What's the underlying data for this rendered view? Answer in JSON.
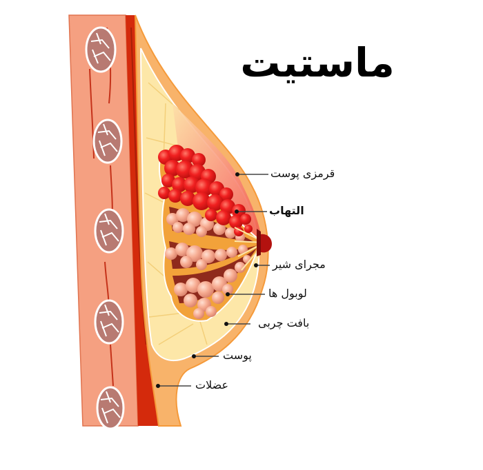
{
  "title": "ماستیت",
  "labels": [
    {
      "id": "skin-redness",
      "text": "قرمزی پوست",
      "bold": false
    },
    {
      "id": "inflammation",
      "text": "التهاب",
      "bold": true
    },
    {
      "id": "milk-duct",
      "text": "مجرای شیر",
      "bold": false
    },
    {
      "id": "lobules",
      "text": "لوبول ها",
      "bold": false
    },
    {
      "id": "fatty-tissue",
      "text": "بافت چربی",
      "bold": false
    },
    {
      "id": "skin",
      "text": "پوست",
      "bold": false
    },
    {
      "id": "muscles",
      "text": "عضلات",
      "bold": false
    }
  ],
  "colors": {
    "rib_wall": "#f5a081",
    "rib_bone": "#b87a72",
    "muscle": "#d42a0c",
    "muscle_dark": "#a81f08",
    "fat": "#fde7a8",
    "fat_lines": "#f3cf7a",
    "inflamed": "#ee1c1c",
    "inflamed_skin": "#f46a5a",
    "lobule": "#f6a98e",
    "lobule_dark": "#8f2a1c",
    "nipple": "#b3120f",
    "skin_edge": "#f59a3a",
    "leader_line": "#444444"
  }
}
